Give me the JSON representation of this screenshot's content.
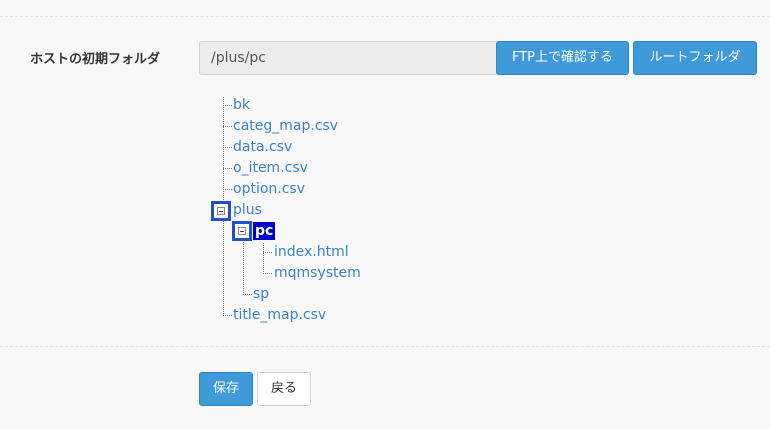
{
  "form": {
    "label": "ホストの初期フォルダ",
    "path_value": "/plus/pc",
    "ftp_button": "FTP上で確認する",
    "root_button": "ルートフォルダ"
  },
  "tree": {
    "items": [
      {
        "label": "bk"
      },
      {
        "label": "categ_map.csv"
      },
      {
        "label": "data.csv"
      },
      {
        "label": "o_item.csv"
      },
      {
        "label": "option.csv"
      },
      {
        "label": "plus",
        "expanded": true
      },
      {
        "label": "pc",
        "expanded": true,
        "selected": true
      },
      {
        "label": "index.html"
      },
      {
        "label": "mqmsystem"
      },
      {
        "label": "sp"
      },
      {
        "label": "title_map.csv"
      }
    ]
  },
  "footer": {
    "save_label": "保存",
    "back_label": "戻る"
  },
  "colors": {
    "accent": "#3e9ad9",
    "link": "#3b82c4",
    "selected_bg": "#0000cc",
    "toggle_border": "#2250c8"
  }
}
